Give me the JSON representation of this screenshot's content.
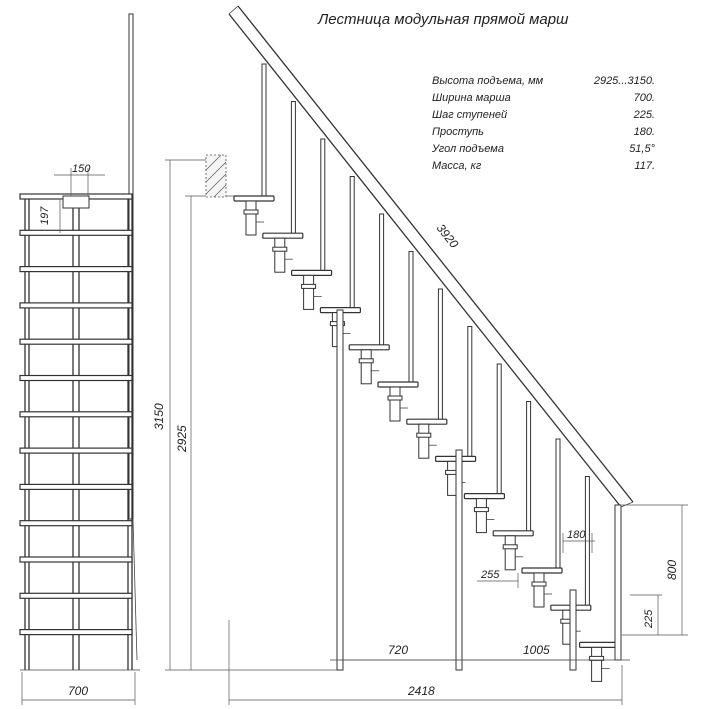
{
  "title": "Лестница модульная прямой марш",
  "specs": [
    {
      "label": "Высота подъема, мм",
      "value": "2925...3150."
    },
    {
      "label": "Ширина марша",
      "value": "700."
    },
    {
      "label": "Шаг ступеней",
      "value": "225."
    },
    {
      "label": "Проступь",
      "value": "180."
    },
    {
      "label": "Угол подъема",
      "value": "51,5°"
    },
    {
      "label": "Масса, кг",
      "value": "117."
    }
  ],
  "dimensions": {
    "front_width": "700",
    "front_top_step": "150",
    "front_gap": "197",
    "total_height": "3150",
    "min_height": "2925",
    "rail_length": "3920",
    "total_length": "2418",
    "base_span": "720",
    "base_offset": "1005",
    "tread_depth": "180",
    "support_offset": "255",
    "bottom_height": "800",
    "step_height": "225"
  }
}
